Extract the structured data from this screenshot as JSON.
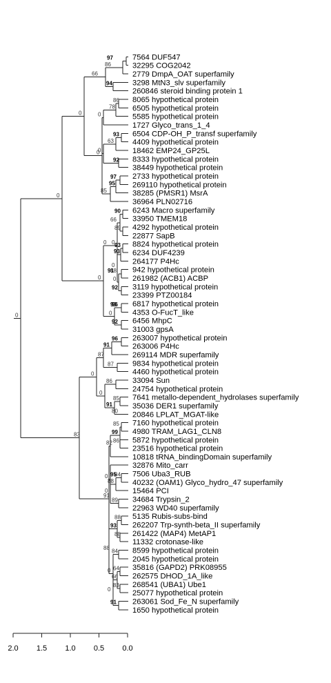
{
  "leaves": [
    "7564 DUF547",
    "32295 COG2042",
    "2779 DmpA_OAT superfamily",
    "3298 MtN3_slv superfamily",
    "260846 steroid binding protein 1",
    "8065 hypothetical protein",
    "6505 hypothetical protein",
    "5585 hypothetical protein",
    "1727 Glyco_trans_1_4",
    "6504 CDP-OH_P_transf superfamily",
    "4409 hypothetical protein",
    "18462 EMP24_GP25L",
    "8333 hypothetical protein",
    "38449 hypothetical protein",
    "2733 hypothetical protein",
    "269110 hypothetical protein",
    "38285 (PMSR1) MsrA",
    "36964 PLN02716",
    "6243 Macro superfamily",
    "33950 TMEM18",
    "4292 hypothetical protein",
    "22877 SapB",
    "8824 hypothetical protein",
    "6234 DUF4239",
    "264177 P4Hc",
    "942 hypothetical protein",
    "261982 (ACB1) ACBP",
    "3119 hypothetical protein",
    "23399 PTZ00184",
    "6817 hypothetical protein",
    "4353 O-FucT_like",
    "6456 MhpC",
    "31003 gpsA",
    "263007 hypothetical protein",
    "263006 P4Hc",
    "269114 MDR superfamily",
    "9834 hypothetical protein",
    "4460 hypothetical protein",
    "33094 Sun",
    "24754 hypothetical protein",
    "7641 metallo-dependent_hydrolases superfamily",
    "35036 DER1 superfamily",
    "20846 LPLAT_MGAT-like",
    "7160 hypothetical protein",
    "4980 TRAM_LAG1_CLN8",
    "5872 hypothetical protein",
    "23516 hypothetical protein",
    "10818 tRNA_bindingDomain superfamily",
    "32876 Mito_carr",
    "7506 Uba3_RUB",
    "40232 (OAM1) Glyco_hydro_47 superfamily",
    "15464 PCI",
    "34684 Trypsin_2",
    "22963 WD40 superfamily",
    "5135 Rubis-subs-bind",
    "262207 Trp-synth-beta_II superfamily",
    "261422 (MAP4) MetAP1",
    "11332 crotonase-like",
    "8599 hypothetical protein",
    "2045 hypothetical protein",
    "35816 (GAPD2) PRK08955",
    "262575 DHOD_1A_like",
    "268541 (UBA1) Ube1",
    "25077 hypothetical protein",
    "263061 Sod_Fe_N superfamily",
    "1650 hypothetical protein"
  ],
  "support_values": [
    "97",
    "86",
    "66",
    "94",
    "0",
    "78",
    "86",
    "0",
    "93",
    "87",
    "63",
    "92",
    "0",
    "97",
    "95",
    "85",
    "0",
    "0",
    "90",
    "66",
    "89",
    "0",
    "93",
    "93",
    "0",
    "88",
    "91",
    "0",
    "92",
    "0",
    "96",
    "98",
    "92",
    "0",
    "0",
    "96",
    "91",
    "87",
    "0",
    "86",
    "91",
    "85",
    "80",
    "0",
    "0",
    "85",
    "99",
    "86",
    "82",
    "0",
    "84",
    "95",
    "88",
    "89",
    "0",
    "88",
    "88",
    "93",
    "0",
    "84",
    "0",
    "64",
    "66",
    "83",
    "0",
    "91",
    "0",
    "0"
  ],
  "scale_axis": {
    "tick_labels": [
      "2.0",
      "1.5",
      "1.0",
      "0.5",
      "0.0"
    ]
  }
}
